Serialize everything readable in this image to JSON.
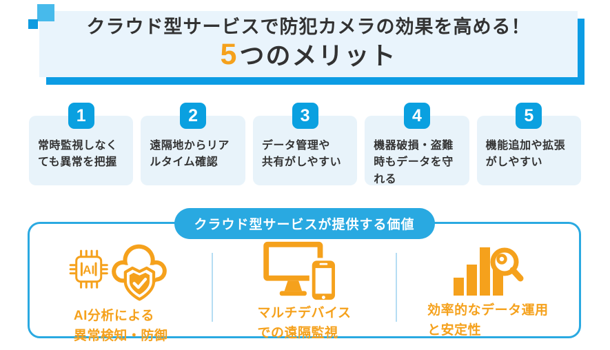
{
  "colors": {
    "bright_blue": "#0AA0E0",
    "pill_blue": "#29A9E1",
    "border_blue": "#2AA9E1",
    "shadow_blue": "#0C9CE4",
    "deco_light_blue": "#47BAEB",
    "deco_dark_blue": "#0E9BE0",
    "light_blue_bg": "#E8F3FA",
    "orange": "#F5A11C",
    "dark_text": "#323232",
    "divider_blue": "#B5DDF3"
  },
  "header": {
    "title_line1": "クラウド型サービスで防犯カメラの効果を高める！",
    "title_line2_highlight": "5",
    "title_line2_rest": "つのメリット"
  },
  "merits": [
    {
      "number": "1",
      "text": "常時監視しなく\nても異常を把握"
    },
    {
      "number": "2",
      "text": "遠隔地からリア\nルタイム確認"
    },
    {
      "number": "3",
      "text": "データ管理や\n共有がしやすい"
    },
    {
      "number": "4",
      "text": "機器破損・盗難\n時もデータを守\nれる"
    },
    {
      "number": "5",
      "text": "機能追加や拡張\nがしやすい"
    }
  ],
  "value_section": {
    "title": "クラウド型サービスが提供する価値",
    "items": [
      {
        "icon": "ai-cloud-shield-icon",
        "label": "AI分析による\n異常検知・防御"
      },
      {
        "icon": "multi-device-icon",
        "label": "マルチデバイス\nでの遠隔監視"
      },
      {
        "icon": "data-chart-magnifier-icon",
        "label": "効率的なデータ運用\nと安定性"
      }
    ],
    "ai_chip_text": "AI"
  }
}
